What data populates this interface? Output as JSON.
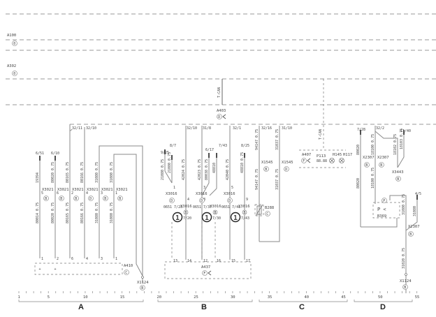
{
  "top_labels": [
    {
      "name": "A100",
      "mark": "0"
    },
    {
      "name": "A302",
      "mark": "0"
    }
  ],
  "bus": {
    "can_label_1": "T-CAN",
    "can_label_2": "T-CAN",
    "module": "A403",
    "module_mark": "D"
  },
  "section_a": {
    "taps": [
      "32/11",
      "32/10"
    ],
    "refs": [
      "6/51",
      "6/10"
    ],
    "wires": [
      "19394",
      "80020  0.75",
      "80165  0.75",
      "80166  0.75",
      "31080  0.75",
      "31080  0.75"
    ],
    "wires_lower": [
      "80014  0.75",
      "80020  0.75",
      "80165  0.75",
      "80166  0.75",
      "31080  0.75",
      "31080  0.75"
    ],
    "connector": "X3021",
    "connector_marks": [
      "B",
      "B",
      "B",
      "D",
      "B",
      "B"
    ],
    "pins": [
      "5",
      "6",
      "2",
      "4",
      "3",
      "1"
    ],
    "lower_pins": [
      "1",
      "2",
      "6",
      "4",
      "3",
      "1"
    ],
    "module_pins": [
      "+",
      "+",
      "",
      "",
      "",
      ""
    ],
    "module": "A410",
    "module_mark": "C",
    "ground_conn": "X1124",
    "ground_mark": "B"
  },
  "section_b": {
    "taps": [
      "32/10",
      "31/8",
      "32/1"
    ],
    "refs": [
      "8/7",
      "9/25",
      "6/17",
      "7/43",
      "8/25"
    ],
    "wires": [
      "21080  0.75",
      "21080  0.75",
      "42024  0.75",
      "42023  0.75",
      "80038  0.75",
      "48810",
      "42040  0.75",
      "48810  0.75"
    ],
    "connector": "X3016",
    "connector_mark": "D",
    "pins": [
      "1",
      "4",
      "3",
      "8",
      "5",
      "9"
    ],
    "sensors": [
      {
        "left": "0651 7/23",
        "right": "7/20",
        "conn": "X3016",
        "mark": "B",
        "num": "1"
      },
      {
        "left": "0651 7/37",
        "right": "7/30",
        "conn": "X3016",
        "mark": "B",
        "num": "1"
      },
      {
        "left": "0651 7/41",
        "right": "7/43",
        "conn": "X3016",
        "mark": "B",
        "num": "1"
      }
    ],
    "module_pins": [
      "13",
      "14",
      "12",
      "16",
      "15",
      "17"
    ],
    "module": "A437",
    "module_mark": "F"
  },
  "section_c": {
    "taps": [
      "32/16",
      "31/10"
    ],
    "wires": [
      "94147  0.75",
      "31037  0.75",
      "94147  0.75",
      "31037  0.75"
    ],
    "connector": "X1545",
    "connector_marks": [
      "B",
      "D"
    ],
    "sensor": "B288",
    "sensor_mark": "C",
    "module": "A407",
    "module_mark": "F",
    "gauge": "P113",
    "gauge_sub": "88.88",
    "lamps": [
      "H145",
      "H117"
    ]
  },
  "section_d": {
    "taps": [
      "32/2"
    ],
    "refs": [
      "7/28",
      "11/40",
      "4/5"
    ],
    "wires": [
      "80020",
      "18100  0.75",
      "18102  0.75",
      "18103  0.75",
      "18100  0.75",
      "80020",
      "31080  0.75",
      "31080",
      "31020  0.75"
    ],
    "connector_x2307": "X2307",
    "x2307_marks": [
      "B",
      "B",
      "B"
    ],
    "connector_x3443": "X3443",
    "x3443_mark": "B",
    "switch": "B369",
    "switch_mark": "P",
    "switch_symbol": "P <",
    "ground_conn": "X1124",
    "ground_mark": "B"
  },
  "ruler": {
    "ticks": [
      "1",
      "5",
      "10",
      "15",
      "20",
      "25",
      "30",
      "35",
      "40",
      "45",
      "50",
      "55"
    ],
    "sections": [
      "A",
      "B",
      "C",
      "D"
    ]
  }
}
